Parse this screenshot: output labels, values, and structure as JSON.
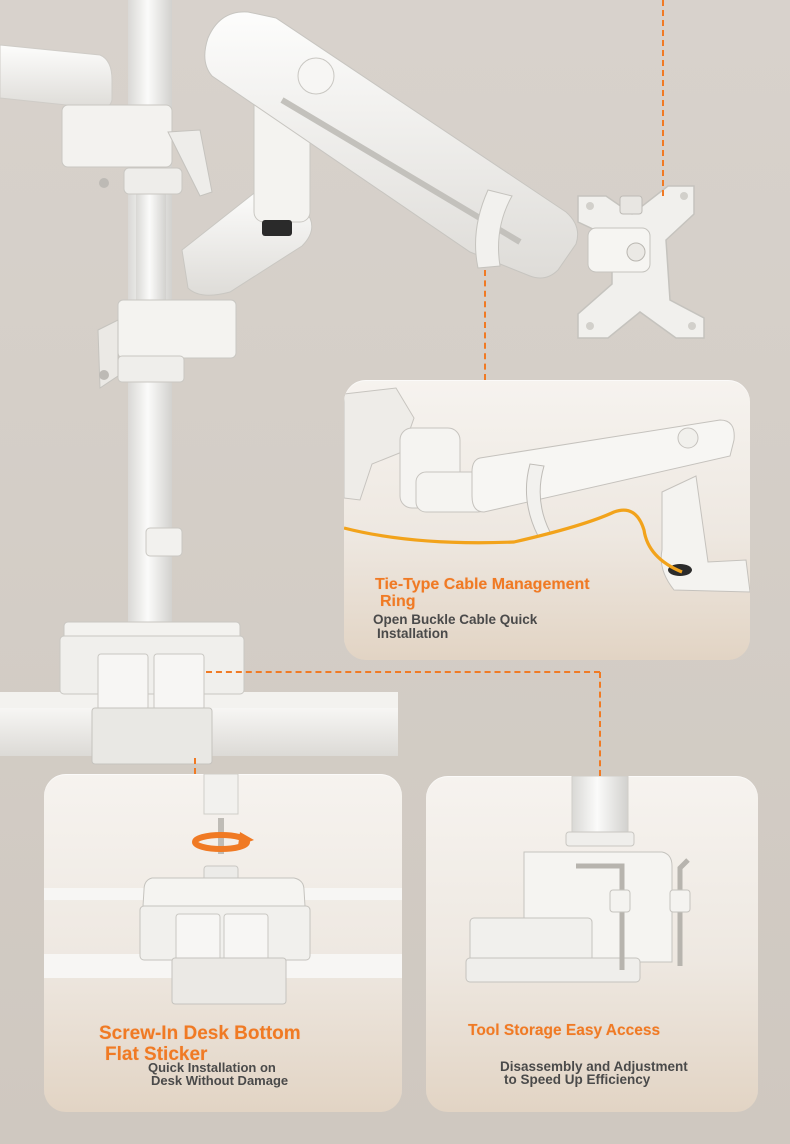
{
  "features": {
    "cable_ring": {
      "title_line1": "Tie-Type Cable Management",
      "title_line2": "Ring",
      "subtitle_line1": "Open Buckle Cable Quick",
      "subtitle_line2": "Installation"
    },
    "desk_sticker": {
      "title_line1": "Screw-In Desk Bottom",
      "title_line2": "Flat Sticker",
      "subtitle_line1": "Quick Installation on",
      "subtitle_line2": "Desk Without Damage"
    },
    "tool_storage": {
      "title": "Tool Storage Easy Access",
      "subtitle_line1": "Disassembly and Adjustment",
      "subtitle_line2": "to Speed Up Efficiency"
    }
  },
  "colors": {
    "accent": "#f07a24",
    "subtitle_text": "#4a4a4a",
    "background": "#d6d0ca",
    "product_white": "#f4f3f1"
  },
  "icons": {
    "rotation_arrow": "rotate-arrow-icon"
  }
}
